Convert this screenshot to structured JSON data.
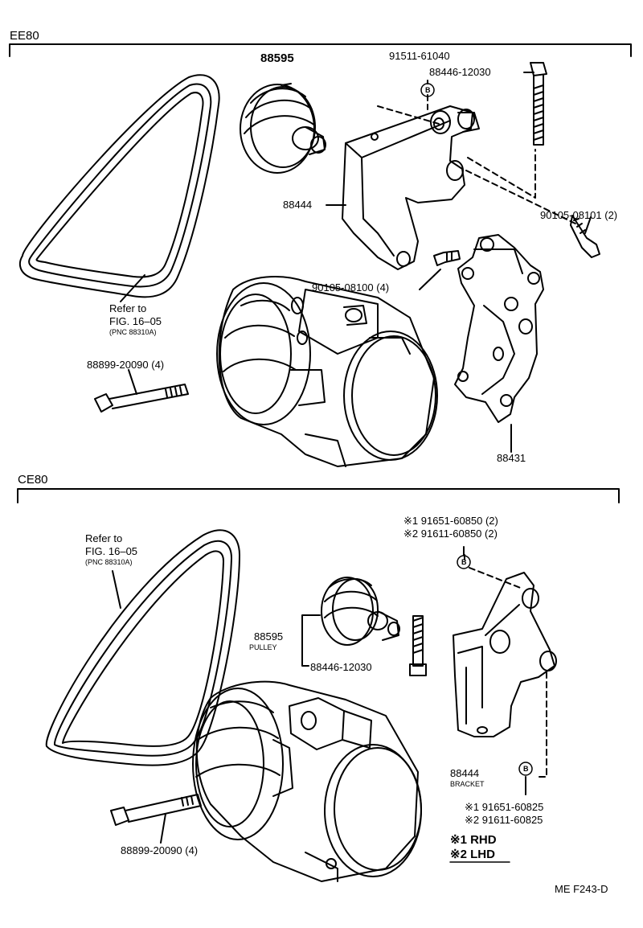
{
  "sections": {
    "top": "EE80",
    "bottom": "CE80"
  },
  "top_labels": {
    "p88595": "88595",
    "p91511": "91511-61040",
    "p88446": "88446-12030",
    "p88444": "88444",
    "p90105a": "90105-08101 (2)",
    "p90105b": "90105-08100 (4)",
    "refer": "Refer to",
    "fig": "FIG. 16–05",
    "pnc": "(PNC 88310A)",
    "p88899": "88899-20090 (4)",
    "p88431": "88431",
    "b_mark": "B"
  },
  "bottom_labels": {
    "refer": "Refer to",
    "fig": "FIG. 16–05",
    "pnc": "(PNC 88310A)",
    "p91651a": "※1 91651-60850 (2)",
    "p91611a": "※2 91611-60850 (2)",
    "p88595": "88595",
    "pulley": "PULLEY",
    "p88446": "88446-12030",
    "p88444": "88444",
    "bracket": "BRACKET",
    "p91651b": "※1 91651-60825",
    "p91611b": "※2 91611-60825",
    "p88899": "88899-20090 (4)",
    "b_mark": "B"
  },
  "legend": {
    "rhd": "※1 RHD",
    "lhd": "※2 LHD"
  },
  "figure_code": "ME F243-D"
}
